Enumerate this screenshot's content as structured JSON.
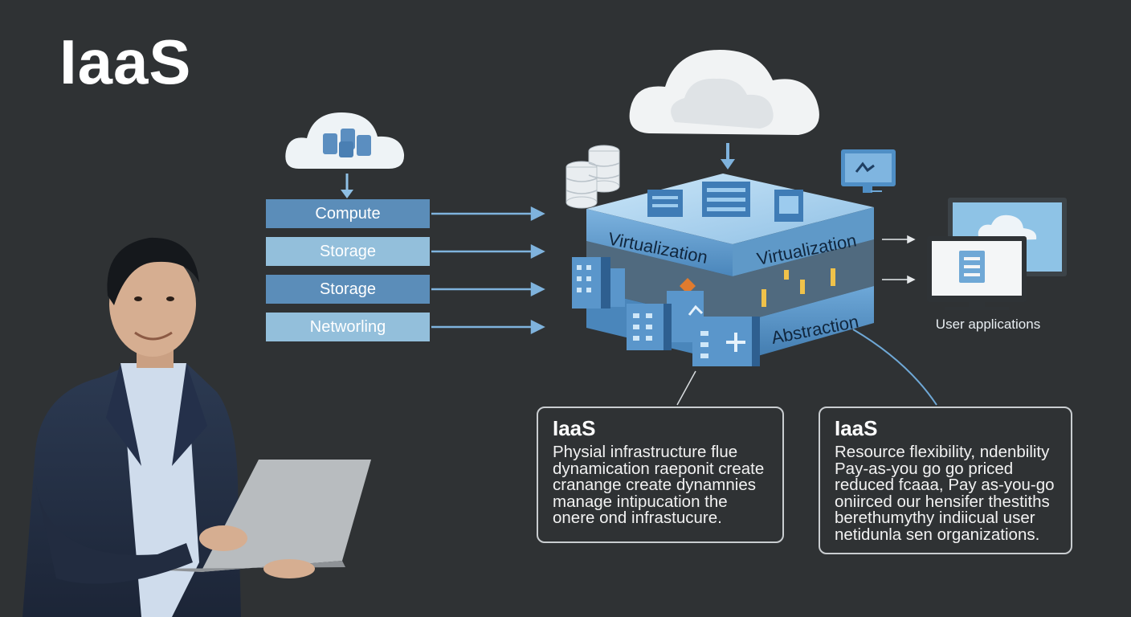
{
  "title": "IaaS",
  "services": [
    {
      "label": "Compute",
      "tone": "dark"
    },
    {
      "label": "Storage",
      "tone": "light"
    },
    {
      "label": "Storage",
      "tone": "dark"
    },
    {
      "label": "Networling",
      "tone": "light"
    }
  ],
  "layers": {
    "top_left": "Virtualization",
    "top_right": "Virtualization",
    "bottom": "Abstraction"
  },
  "user_apps_label": "User applications",
  "info_boxes": [
    {
      "title": "IaaS",
      "lines": [
        "Physial infrastructure flue",
        "dynamication raeponit create",
        "cranange create dynamnies",
        "manage intipucation the",
        "onere ond infrastucure."
      ]
    },
    {
      "title": "IaaS",
      "lines": [
        "Resource flexibility, ndenbility",
        "Pay-as-you go go priced",
        "reduced fcaaa, Pay as-you-go",
        "oniirced our hensifer thestiths",
        "berethumythy indiicual user",
        "netidunla sen organizations."
      ]
    }
  ],
  "colors": {
    "background": "#2f3234",
    "service_dark": "#5b8db9",
    "service_light": "#93bfdb",
    "layer_top": "#a9d2ef",
    "layer_side": "#5f99c8",
    "accent_line": "#6fa8d6"
  }
}
